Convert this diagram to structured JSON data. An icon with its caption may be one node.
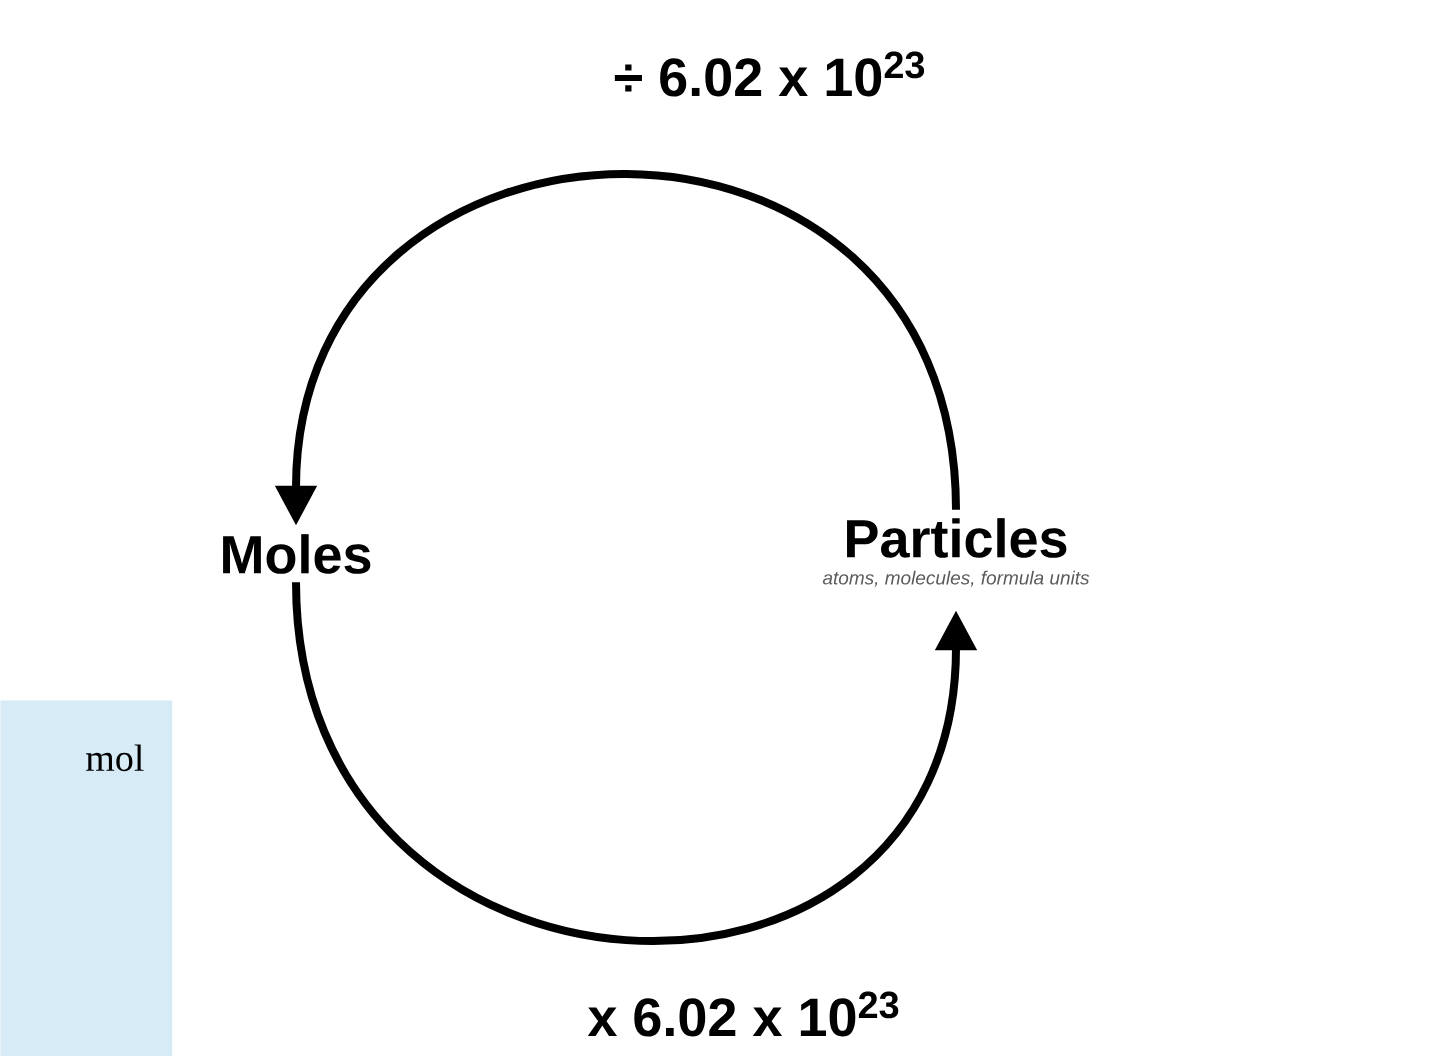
{
  "diagram": {
    "nodes": [
      {
        "text": [
          "Moles"
        ]
      },
      {
        "text": [
          "Particles"
        ],
        "beside": [
          "atoms, molecules, formula units"
        ]
      },
      {
        "text": [
          "mol"
        ]
      }
    ],
    "edges": [
      {
        "from": 1,
        "to": 0,
        "arrow": "to",
        "label": "÷ 6.02 x 10$^{23}$"
      },
      {
        "from": 0,
        "to": 1,
        "arrow": "to",
        "label": "x 6.02 x 10$^{23}$"
      }
    ]
  }
}
